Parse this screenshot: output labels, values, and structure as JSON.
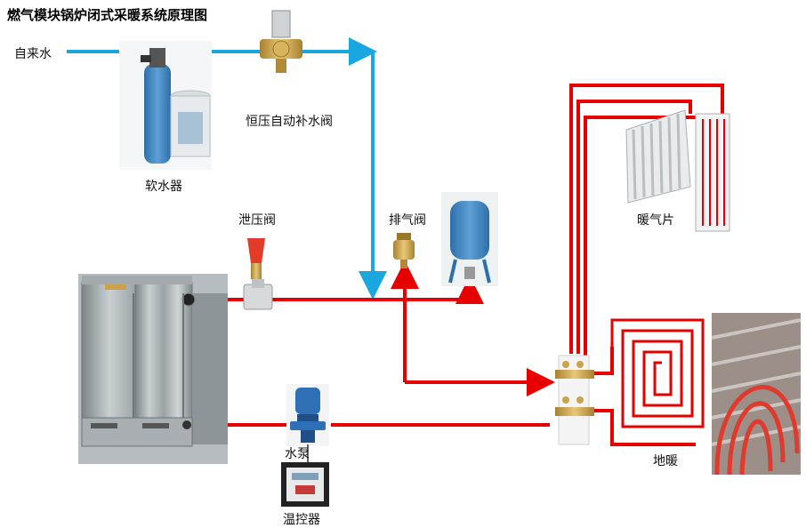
{
  "title": "燃气模块锅炉闭式采暖系统原理图",
  "labels": {
    "tap_water": "自来水",
    "softener": "软水器",
    "pressure_valve": "恒压自动补水阀",
    "relief_valve": "泄压阀",
    "vent_valve": "排气阀",
    "radiator": "暖气片",
    "pump": "水泵",
    "thermostat": "温控器",
    "floor_heating": "地暖"
  },
  "colors": {
    "cold_water": "#1aa7e0",
    "hot_water": "#e60000",
    "tank": "#3f86c0",
    "brass": "#c9a24a"
  },
  "icons": [
    "boiler",
    "softener-tank",
    "pressure-valve",
    "relief-valve",
    "vent-valve",
    "expansion-tank",
    "radiator",
    "manifold",
    "water-pump",
    "thermostat",
    "floor-heating-coil"
  ]
}
